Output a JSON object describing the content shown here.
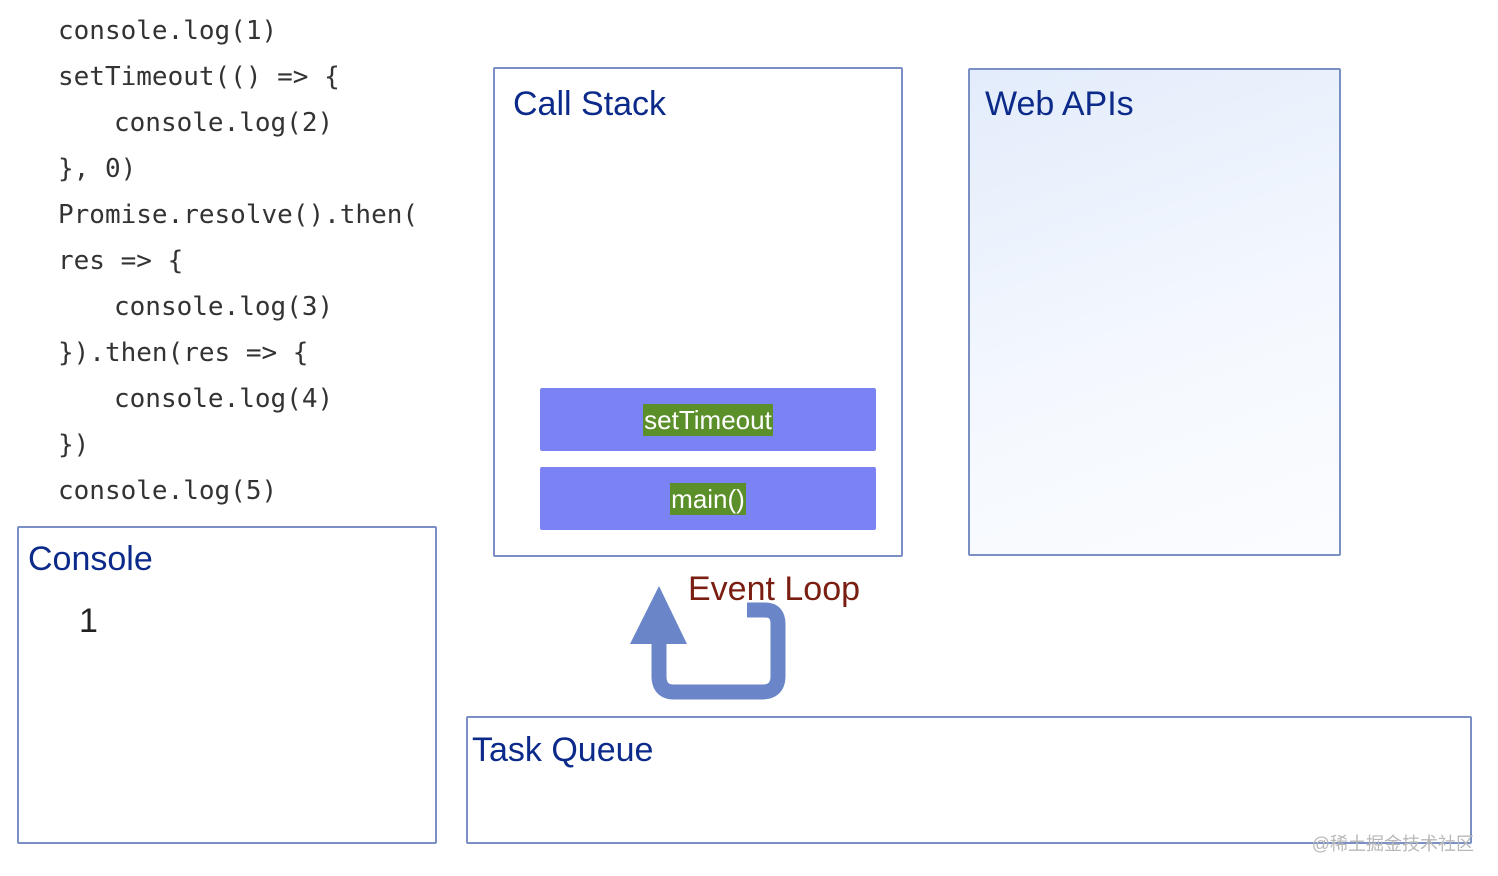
{
  "code": {
    "lines": [
      {
        "text": "console.log(1)",
        "indent": false
      },
      {
        "text": "setTimeout(() => {",
        "indent": false
      },
      {
        "text": "console.log(2)",
        "indent": true
      },
      {
        "text": "}, 0)",
        "indent": false
      },
      {
        "text": "Promise.resolve().then(",
        "indent": false
      },
      {
        "text": "res => {",
        "indent": false
      },
      {
        "text": "console.log(3)",
        "indent": true
      },
      {
        "text": "}).then(res => {",
        "indent": false
      },
      {
        "text": "console.log(4)",
        "indent": true
      },
      {
        "text": "})",
        "indent": false
      },
      {
        "text": "console.log(5)",
        "indent": false
      }
    ]
  },
  "call_stack": {
    "title": "Call Stack",
    "frames": [
      "setTimeout",
      "main()"
    ]
  },
  "web_apis": {
    "title": "Web APIs"
  },
  "console": {
    "title": "Console",
    "output": "1"
  },
  "event_loop": {
    "label": "Event Loop"
  },
  "task_queue": {
    "title": "Task Queue"
  },
  "watermark": "@稀土掘金技术社区",
  "colors": {
    "panel_border": "#7a8fc4",
    "title_text": "#0b2a8a",
    "frame_fill": "#7b82f4",
    "frame_label_bg": "#5a8f2a",
    "event_loop_text": "#7a1e12",
    "arrow": "#6a86c8"
  }
}
